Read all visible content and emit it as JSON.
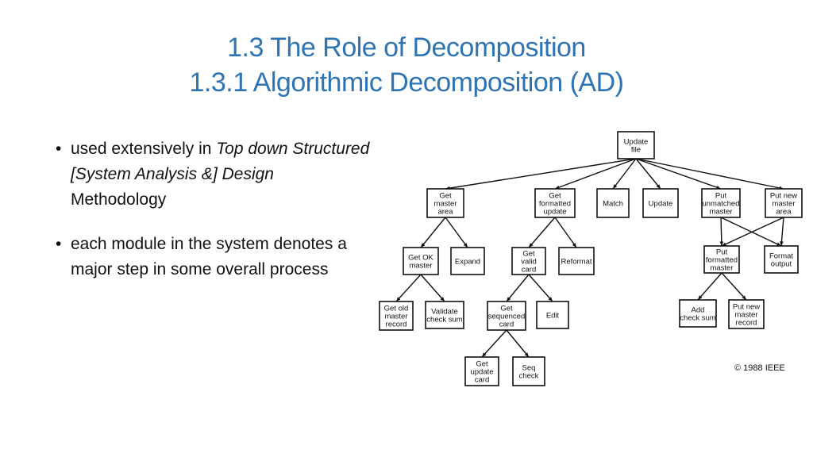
{
  "title": {
    "line1": "1.3 The Role of Decomposition",
    "line2": "1.3.1 Algorithmic Decomposition (AD)"
  },
  "bullets": [
    {
      "prefix": "used extensively in ",
      "italic": "Top down Structured [System Analysis &] Design",
      "suffix": " Methodology"
    },
    {
      "text": "each module in the system denotes a major step in some overall process"
    }
  ],
  "diagram": {
    "nodes": [
      {
        "id": "update_file",
        "label": [
          "Update",
          "file"
        ]
      },
      {
        "id": "get_master_area",
        "label": [
          "Get",
          "master",
          "area"
        ]
      },
      {
        "id": "get_formatted_update",
        "label": [
          "Get",
          "formatted",
          "update"
        ]
      },
      {
        "id": "match",
        "label": [
          "Match"
        ]
      },
      {
        "id": "update",
        "label": [
          "Update"
        ]
      },
      {
        "id": "put_unmatched_master",
        "label": [
          "Put",
          "unmatched",
          "master"
        ]
      },
      {
        "id": "put_new_master_area",
        "label": [
          "Put new",
          "master",
          "area"
        ]
      },
      {
        "id": "get_ok_master",
        "label": [
          "Get OK",
          "master"
        ]
      },
      {
        "id": "expand",
        "label": [
          "Expand"
        ]
      },
      {
        "id": "get_valid_card",
        "label": [
          "Get",
          "valid",
          "card"
        ]
      },
      {
        "id": "reformat",
        "label": [
          "Reformat"
        ]
      },
      {
        "id": "put_formatted_master",
        "label": [
          "Put",
          "formatted",
          "master"
        ]
      },
      {
        "id": "format_output",
        "label": [
          "Format",
          "output"
        ]
      },
      {
        "id": "get_old_master_record",
        "label": [
          "Get old",
          "master",
          "record"
        ]
      },
      {
        "id": "validate_check_sum",
        "label": [
          "Validate",
          "check sum"
        ]
      },
      {
        "id": "get_sequenced_card",
        "label": [
          "Get",
          "sequenced",
          "card"
        ]
      },
      {
        "id": "edit",
        "label": [
          "Edit"
        ]
      },
      {
        "id": "add_check_sum",
        "label": [
          "Add",
          "check sum"
        ]
      },
      {
        "id": "put_new_master_record",
        "label": [
          "Put new",
          "master",
          "record"
        ]
      },
      {
        "id": "get_update_card",
        "label": [
          "Get",
          "update",
          "card"
        ]
      },
      {
        "id": "seq_check",
        "label": [
          "Seq",
          "check"
        ]
      }
    ],
    "edges": [
      [
        "update_file",
        "get_master_area"
      ],
      [
        "update_file",
        "get_formatted_update"
      ],
      [
        "update_file",
        "match"
      ],
      [
        "update_file",
        "update"
      ],
      [
        "update_file",
        "put_unmatched_master"
      ],
      [
        "update_file",
        "put_new_master_area"
      ],
      [
        "get_master_area",
        "get_ok_master"
      ],
      [
        "get_master_area",
        "expand"
      ],
      [
        "get_formatted_update",
        "get_valid_card"
      ],
      [
        "get_formatted_update",
        "reformat"
      ],
      [
        "put_unmatched_master",
        "put_formatted_master"
      ],
      [
        "put_unmatched_master",
        "format_output"
      ],
      [
        "put_new_master_area",
        "put_formatted_master"
      ],
      [
        "put_new_master_area",
        "format_output"
      ],
      [
        "get_ok_master",
        "get_old_master_record"
      ],
      [
        "get_ok_master",
        "validate_check_sum"
      ],
      [
        "get_valid_card",
        "get_sequenced_card"
      ],
      [
        "get_valid_card",
        "edit"
      ],
      [
        "put_formatted_master",
        "add_check_sum"
      ],
      [
        "put_formatted_master",
        "put_new_master_record"
      ],
      [
        "get_sequenced_card",
        "get_update_card"
      ],
      [
        "get_sequenced_card",
        "seq_check"
      ]
    ],
    "copyright": "© 1988 IEEE"
  }
}
